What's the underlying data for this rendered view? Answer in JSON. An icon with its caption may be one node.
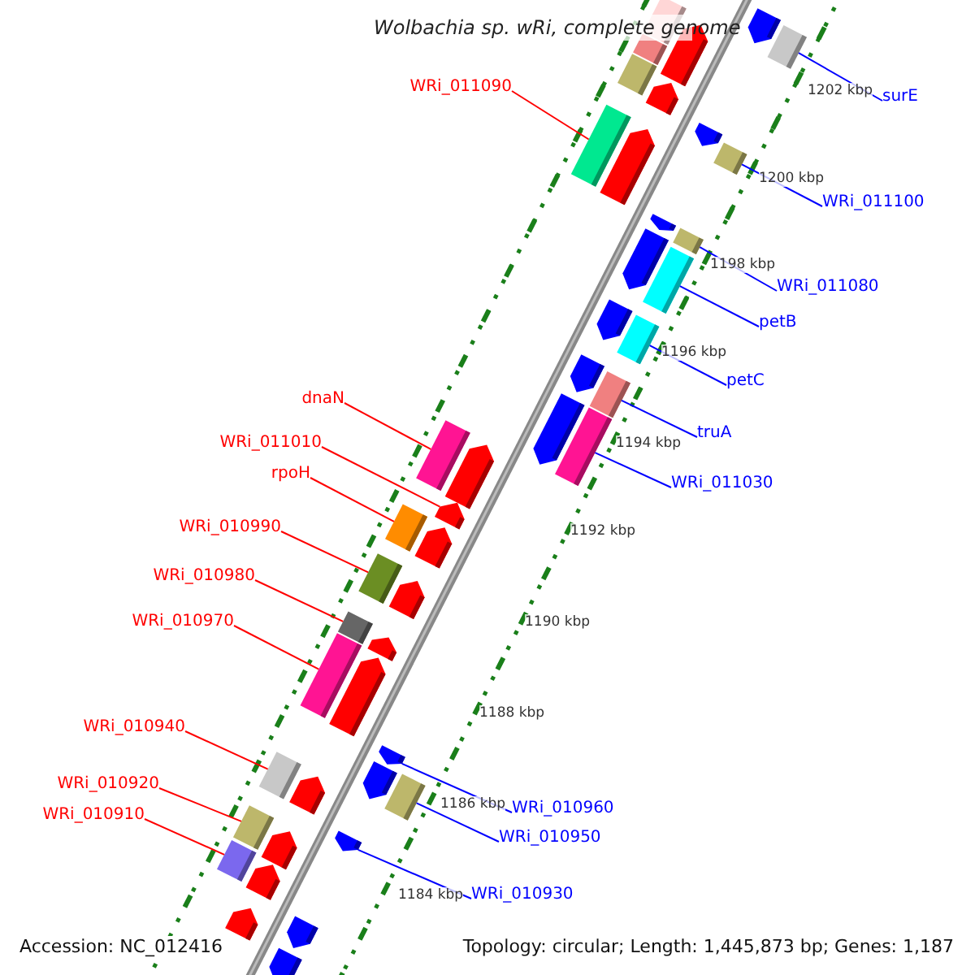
{
  "diagram": {
    "title": "Wolbachia sp. wRi, complete genome",
    "nodes": [
      {
        "text": [
          "WRi_011090"
        ]
      },
      {
        "text": [],
        "shape": "box"
      },
      {
        "text": [
          "surE"
        ]
      },
      {
        "text": [],
        "shape": "box"
      },
      {
        "text": [
          "WRi_011100"
        ]
      },
      {
        "text": [],
        "shape": "box"
      },
      {
        "text": [
          "WRi_011080"
        ]
      },
      {
        "text": [],
        "shape": "box"
      },
      {
        "text": [
          "petB"
        ]
      },
      {
        "text": [],
        "shape": "box"
      },
      {
        "text": [
          "petC"
        ]
      },
      {
        "text": [],
        "shape": "box"
      },
      {
        "text": [
          "dnaN"
        ]
      },
      {
        "text": [],
        "shape": "box"
      },
      {
        "text": [
          "truA"
        ]
      },
      {
        "text": [],
        "shape": "box"
      },
      {
        "text": [
          "WRi_011010"
        ]
      },
      {
        "text": [],
        "shape": "pentagon"
      },
      {
        "text": [
          "rpoH"
        ]
      },
      {
        "text": [],
        "shape": "box"
      },
      {
        "text": [
          "WRi_011030"
        ]
      },
      {
        "text": [],
        "shape": "box"
      },
      {
        "text": [
          "WRi_010990"
        ]
      },
      {
        "text": [],
        "shape": "box"
      },
      {
        "text": [
          "WRi_010980"
        ]
      },
      {
        "text": [],
        "shape": "box"
      },
      {
        "text": [
          "WRi_010970"
        ]
      },
      {
        "text": [],
        "shape": "box"
      },
      {
        "text": [
          "WRi_010940"
        ]
      },
      {
        "text": [],
        "shape": "box"
      },
      {
        "text": [
          "WRi_010920"
        ]
      },
      {
        "text": [],
        "shape": "box"
      },
      {
        "text": [
          "WRi_010960"
        ]
      },
      {
        "text": [],
        "shape": "pentagon"
      },
      {
        "text": [
          "WRi_010910"
        ]
      },
      {
        "text": [],
        "shape": "box"
      },
      {
        "text": [
          "WRi_010950"
        ]
      },
      {
        "text": [],
        "shape": "box"
      },
      {
        "text": [
          "WRi_010930"
        ]
      },
      {
        "text": [],
        "shape": "pentagon"
      },
      {
        "text": [],
        "shape": "pentagon"
      },
      {
        "text": [],
        "shape": "box"
      },
      {
        "text": [],
        "shape": "box"
      },
      {
        "text": [],
        "shape": "box"
      },
      {
        "text": [],
        "shape": "pentagon"
      },
      {
        "text": [],
        "shape": "pentagon"
      },
      {
        "text": [],
        "shape": "pentagon"
      },
      {
        "text": [],
        "shape": "pentagon"
      },
      {
        "text": [],
        "shape": "pentagon"
      },
      {
        "text": [],
        "shape": "pentagon"
      },
      {
        "text": [],
        "shape": "pentagon"
      },
      {
        "text": [],
        "shape": "pentagon"
      },
      {
        "text": [],
        "shape": "pentagon"
      },
      {
        "text": [],
        "shape": "pentagon"
      },
      {
        "text": [],
        "shape": "pentagon"
      },
      {
        "text": [],
        "shape": "pentagon"
      },
      {
        "text": [],
        "shape": "pentagon"
      },
      {
        "text": [],
        "shape": "pentagon"
      },
      {
        "text": [],
        "shape": "pentagon"
      },
      {
        "text": [],
        "shape": "pentagon"
      },
      {
        "text": [],
        "shape": "pentagon"
      },
      {
        "text": [],
        "shape": "pentagon"
      },
      {
        "text": [],
        "shape": "pentagon"
      },
      {
        "text": [],
        "shape": "pentagon"
      },
      {
        "text": [],
        "shape": "pentagon"
      }
    ],
    "edges": [
      {
        "from": 0,
        "to": 1,
        "arrow": "none",
        "color": "#ff0000"
      },
      {
        "from": 2,
        "to": 3,
        "arrow": "none",
        "color": "#0000ff"
      },
      {
        "from": 4,
        "to": 5,
        "arrow": "none",
        "color": "#0000ff"
      },
      {
        "from": 6,
        "to": 7,
        "arrow": "none",
        "color": "#0000ff"
      },
      {
        "from": 8,
        "to": 9,
        "arrow": "none",
        "color": "#0000ff"
      },
      {
        "from": 10,
        "to": 11,
        "arrow": "none",
        "color": "#0000ff"
      },
      {
        "from": 12,
        "to": 13,
        "arrow": "none",
        "color": "#ff0000"
      },
      {
        "from": 14,
        "to": 15,
        "arrow": "none",
        "color": "#0000ff"
      },
      {
        "from": 16,
        "to": 17,
        "arrow": "none",
        "color": "#ff0000"
      },
      {
        "from": 18,
        "to": 19,
        "arrow": "none",
        "color": "#ff0000"
      },
      {
        "from": 20,
        "to": 21,
        "arrow": "none",
        "color": "#0000ff"
      },
      {
        "from": 22,
        "to": 23,
        "arrow": "none",
        "color": "#ff0000"
      },
      {
        "from": 24,
        "to": 25,
        "arrow": "none",
        "color": "#ff0000"
      },
      {
        "from": 26,
        "to": 27,
        "arrow": "none",
        "color": "#ff0000"
      },
      {
        "from": 28,
        "to": 29,
        "arrow": "none",
        "color": "#ff0000"
      },
      {
        "from": 30,
        "to": 31,
        "arrow": "none",
        "color": "#ff0000"
      },
      {
        "from": 32,
        "to": 33,
        "arrow": "none",
        "color": "#0000ff"
      },
      {
        "from": 34,
        "to": 35,
        "arrow": "none",
        "color": "#ff0000"
      },
      {
        "from": 36,
        "to": 37,
        "arrow": "none",
        "color": "#0000ff"
      },
      {
        "from": 38,
        "to": 39,
        "arrow": "none",
        "color": "#0000ff"
      }
    ],
    "labels": [
      "1202 kbp",
      "1200 kbp",
      "1198 kbp",
      "1196 kbp",
      "1194 kbp",
      "1192 kbp",
      "1190 kbp",
      "1188 kbp",
      "1186 kbp",
      "1184 kbp",
      "Accession: NC_012416",
      "Topology: circular; Length: 1,445,873 bp; Genes: 1,187"
    ]
  }
}
